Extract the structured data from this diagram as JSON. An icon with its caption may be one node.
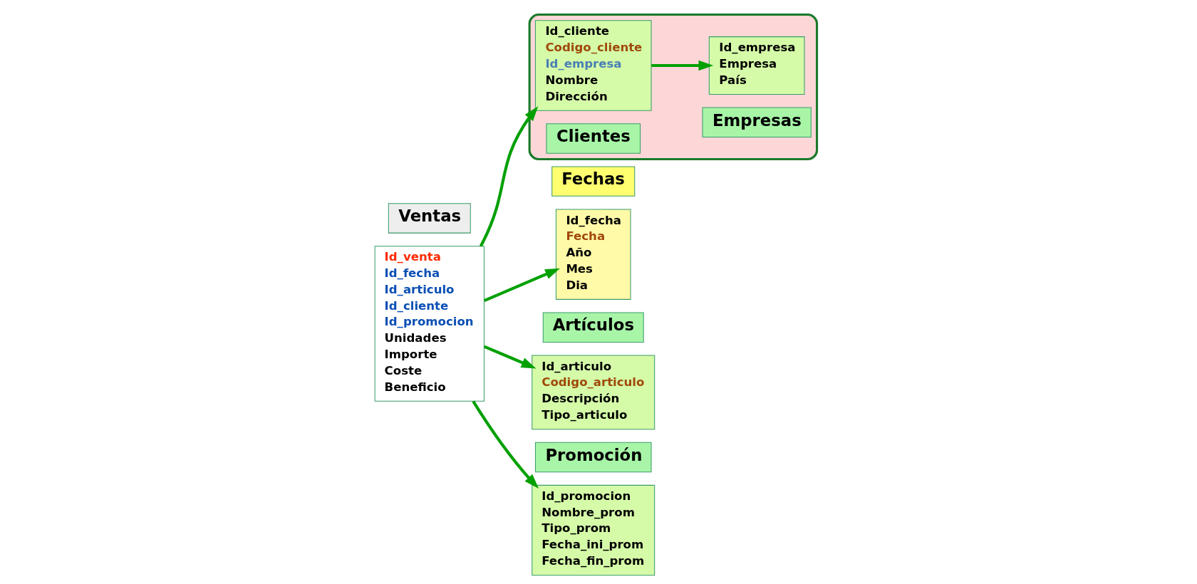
{
  "diagram": {
    "nodes": [
      {
        "text": [
          "Ventas"
        ]
      },
      {
        "text": [
          "Id_venta",
          "Id_fecha",
          "Id_articulo",
          "Id_cliente",
          "Id_promocion",
          "Unidades",
          "Importe",
          "Coste",
          "Beneficio"
        ]
      },
      {
        "text": [
          "Fechas"
        ]
      },
      {
        "text": [
          "Id_fecha",
          "Fecha",
          "Año",
          "Mes",
          "Dia"
        ]
      },
      {
        "text": [
          "Artículos"
        ]
      },
      {
        "text": [
          "Id_articulo",
          "Codigo_articulo",
          "Descripción",
          "Tipo_articulo"
        ]
      },
      {
        "text": [],
        "shape": "box"
      },
      {
        "text": [
          "Clientes"
        ],
        "in": 6
      },
      {
        "text": [
          "Id_cliente",
          "Codigo_cliente",
          "Id_empresa",
          "Nombre",
          "Dirección"
        ],
        "in": 6
      },
      {
        "text": [
          "Empresas"
        ],
        "in": 6
      },
      {
        "text": [
          "Id_empresa",
          "Empresa",
          "País"
        ],
        "in": 6
      },
      {
        "text": [
          "Promoción"
        ]
      },
      {
        "text": [
          "Id_promocion",
          "Nombre_prom",
          "Tipo_prom",
          "Fecha_ini_prom",
          "Fecha_fin_prom"
        ]
      }
    ],
    "edges": [
      {
        "from": 1,
        "to": 3,
        "arrow": "to"
      },
      {
        "from": 1,
        "to": 5,
        "arrow": "to"
      },
      {
        "from": 1,
        "to": 8,
        "arrow": "to"
      },
      {
        "from": 1,
        "to": 12,
        "arrow": "to"
      },
      {
        "from": 8,
        "to": 10,
        "arrow": "to"
      }
    ]
  }
}
